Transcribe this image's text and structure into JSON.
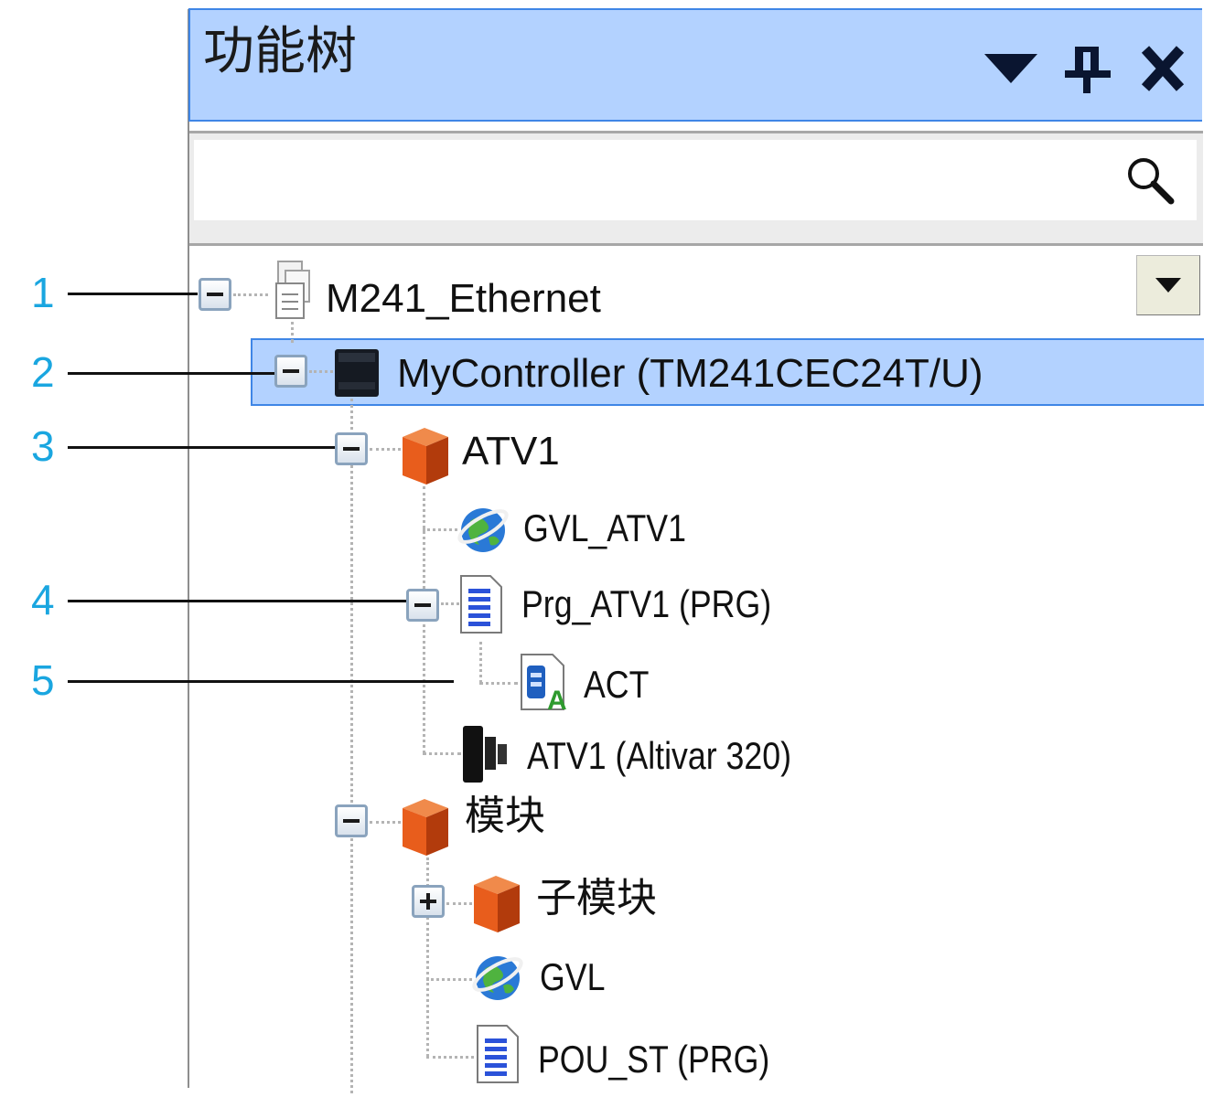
{
  "panel": {
    "title": "功能树",
    "title_bar_icons": [
      "dropdown-triangle-icon",
      "pin-icon",
      "close-icon"
    ],
    "search": {
      "value": "",
      "icon": "search-icon"
    }
  },
  "tree": {
    "root": {
      "label": "M241_Ethernet",
      "expanded": true
    },
    "controller": {
      "label": "MyController (TM241CEC24T/U)",
      "expanded": true,
      "selected": true
    },
    "atv1_folder": {
      "label": "ATV1",
      "expanded": true
    },
    "gvl_atv1": {
      "label": "GVL_ATV1"
    },
    "prg_atv1": {
      "label": "Prg_ATV1 (PRG)",
      "expanded": true
    },
    "act": {
      "label": "ACT"
    },
    "atv1_device": {
      "label": "ATV1 (Altivar 320)"
    },
    "module_folder": {
      "label": "模块",
      "expanded": true
    },
    "submodule_folder": {
      "label": "子模块",
      "expanded": false
    },
    "gvl": {
      "label": "GVL"
    },
    "pou_st": {
      "label": "POU_ST (PRG)"
    }
  },
  "callouts": [
    "1",
    "2",
    "3",
    "4",
    "5"
  ],
  "colors": {
    "title_bar_bg": "#b3d2ff",
    "selection_bg": "#b3d2ff",
    "selection_border": "#3f86e6",
    "callout_number": "#1aa6e0",
    "folder_orange": "#e85d1c"
  }
}
